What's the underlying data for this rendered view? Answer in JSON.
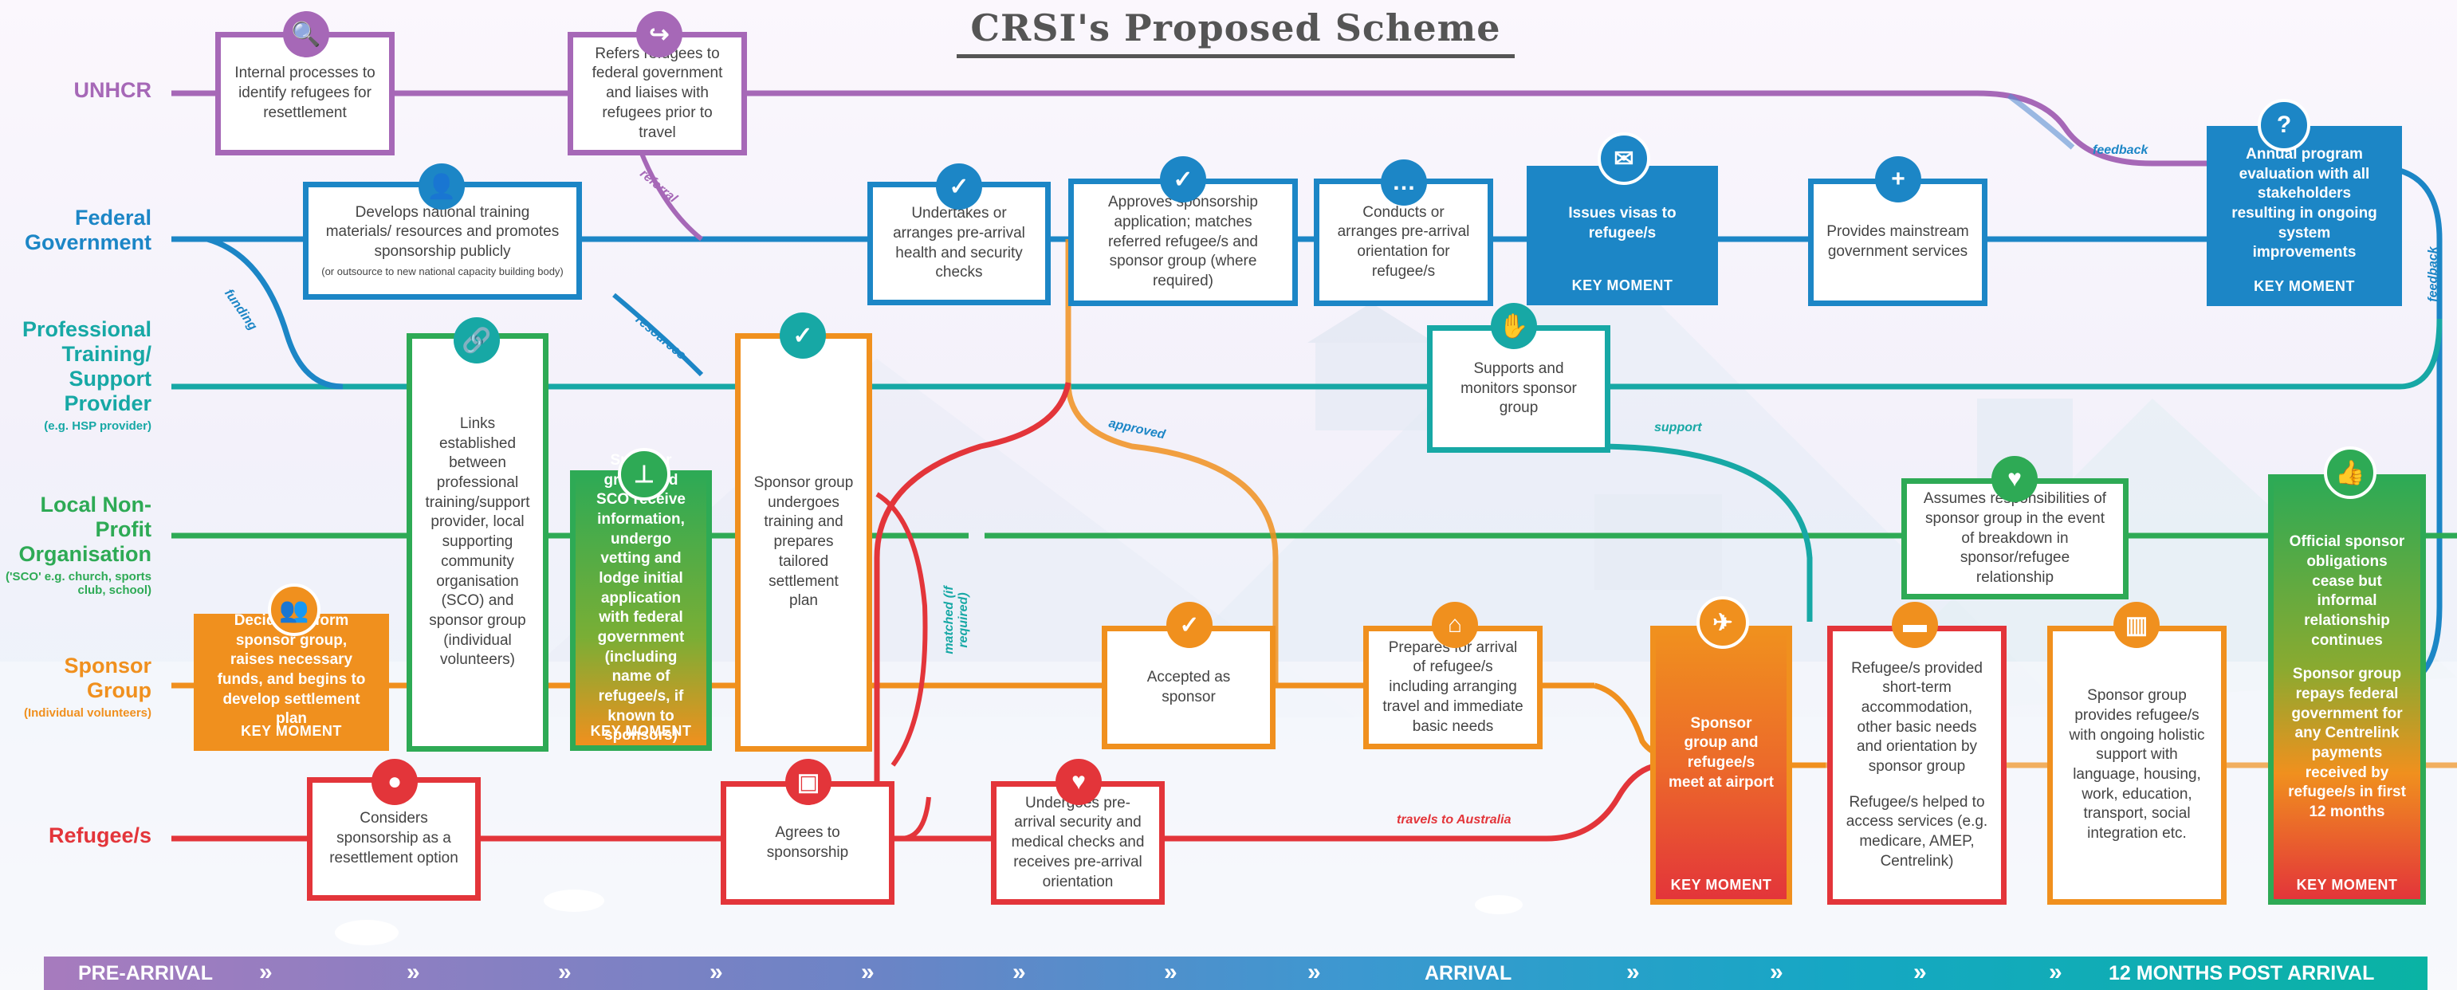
{
  "title": "CRSI's Proposed Scheme",
  "colors": {
    "unhcr": "#a668b7",
    "federal": "#1c86c6",
    "training": "#17a8a5",
    "local": "#2eaa55",
    "sponsor": "#f0901e",
    "refugee": "#e3353a"
  },
  "lanes": [
    {
      "key": "unhcr",
      "label": "UNHCR",
      "sub": ""
    },
    {
      "key": "federal",
      "label": "Federal Government",
      "sub": ""
    },
    {
      "key": "training",
      "label": "Professional Training/ Support Provider",
      "sub": "(e.g. HSP provider)"
    },
    {
      "key": "local",
      "label": "Local Non-Profit Organisation",
      "sub": "('SCO' e.g. church, sports club, school)"
    },
    {
      "key": "sponsor",
      "label": "Sponsor Group",
      "sub": "(Individual volunteers)"
    },
    {
      "key": "refugee",
      "label": "Refugee/s",
      "sub": ""
    }
  ],
  "boxes": {
    "internal": {
      "text": "Internal processes to identify refugees for resettlement"
    },
    "refers": {
      "text": "Refers refugees to federal government and liaises with refugees prior to travel"
    },
    "develops": {
      "text": "Develops national training materials/ resources and promotes sponsorship publicly",
      "sub": "(or outsource to new national capacity building body)"
    },
    "links": {
      "text": "Links established between professional training/support provider, local supporting community organisation (SCO) and sponsor group (individual volunteers)"
    },
    "sco_info": {
      "text": "Sponsor group and SCO receive information, undergo vetting and lodge initial application with federal government (including name of refugee/s, if known to sponsors)",
      "km": "KEY MOMENT"
    },
    "decides": {
      "text": "Decides to form sponsor group, raises necessary funds, and begins to develop settlement plan",
      "km": "KEY MOMENT"
    },
    "considers": {
      "text": "Considers sponsorship as a resettlement option"
    },
    "training": {
      "text": "Sponsor group undergoes training and prepares tailored settlement plan"
    },
    "agrees": {
      "text": "Agrees to sponsorship"
    },
    "health": {
      "text": "Undertakes or arranges pre-arrival health and security checks"
    },
    "approves": {
      "text": "Approves sponsorship application; matches referred refugee/s and sponsor group (where required)"
    },
    "orientation": {
      "text": "Conducts or arranges pre-arrival orientation for refugee/s"
    },
    "visas": {
      "text": "Issues visas to refugee/s",
      "km": "KEY MOMENT"
    },
    "mainstream": {
      "text": "Provides mainstream government services"
    },
    "annual": {
      "text": "Annual program evaluation with all stakeholders resulting in ongoing system improvements",
      "km": "KEY MOMENT"
    },
    "supports": {
      "text": "Supports and monitors sponsor group"
    },
    "assumes": {
      "text": "Assumes responsibilities of sponsor group in the event of breakdown in sponsor/refugee relationship"
    },
    "accepted": {
      "text": "Accepted as sponsor"
    },
    "prepares": {
      "text": "Prepares for arrival of refugee/s including arranging travel and immediate basic needs"
    },
    "undergoes": {
      "text": "Undergoes pre-arrival security and medical checks and receives pre-arrival orientation"
    },
    "airport": {
      "text": "Sponsor group and refugee/s meet at airport",
      "km": "KEY MOMENT"
    },
    "shortterm": {
      "text": "Refugee/s provided short-term accommodation, other basic needs and orientation by sponsor group",
      "text2": "Refugee/s helped to access services (e.g. medicare, AMEP, Centrelink)"
    },
    "holistic": {
      "text": "Sponsor group provides refugee/s with ongoing holistic support with language, housing, work, education, transport, social integration etc."
    },
    "official": {
      "text": "Official sponsor obligations cease but informal relationship continues",
      "text2": "Sponsor group repays federal government for any Centrelink payments received by refugee/s in first 12 months",
      "km": "KEY MOMENT"
    }
  },
  "connectors": {
    "referral": "referral",
    "funding": "funding",
    "resources": "resources",
    "approved": "approved",
    "matched": "matched (if required)",
    "support": "support",
    "feedback_top": "feedback",
    "feedback_side": "feedback",
    "travels": "travels to Australia"
  },
  "timeline": {
    "pre": "PRE-ARRIVAL",
    "arrival": "ARRIVAL",
    "post": "12 MONTHS POST ARRIVAL",
    "chevron": "»"
  },
  "icons": {
    "search": "🔍",
    "share": "↪",
    "person": "👤",
    "link": "🔗",
    "stamp": "⊥",
    "group": "👥",
    "globe": "●",
    "badge": "✓",
    "luggage": "▣",
    "shield": "✓",
    "check": "✓",
    "chat": "…",
    "mail": "✉",
    "hospital": "+",
    "question": "?",
    "handshake": "✋",
    "care": "♥",
    "user-check": "✓",
    "home": "⌂",
    "heartbeat": "♥",
    "plane": "✈",
    "bed": "▬",
    "building": "▥",
    "thumbs-up": "👍"
  }
}
